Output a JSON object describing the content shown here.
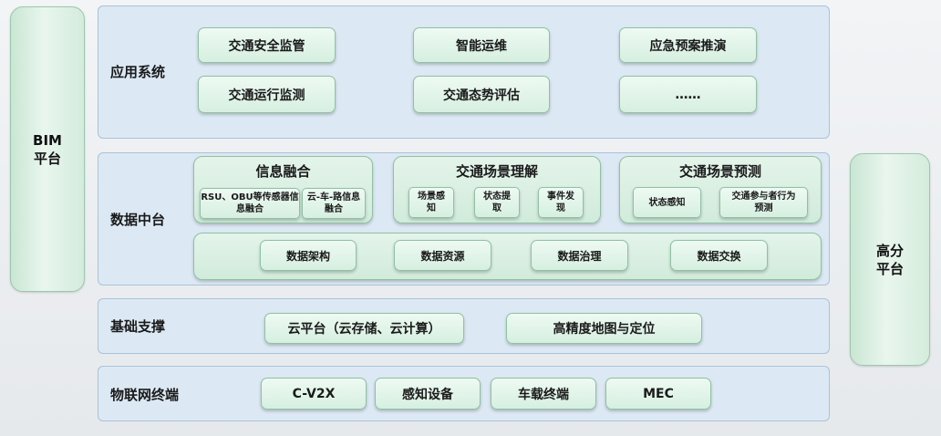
{
  "left_platform": "BIM平台",
  "right_platform": "高分平台",
  "layers": {
    "application": {
      "label": "应用系统",
      "items": [
        "交通安全监管",
        "智能运维",
        "应急预案推演",
        "交通运行监测",
        "交通态势评估",
        "……"
      ]
    },
    "data_center": {
      "label": "数据中台",
      "groups": [
        {
          "title": "信息融合",
          "items": [
            "RSU、OBU等传感器信息融合",
            "云-车-路信息融合"
          ]
        },
        {
          "title": "交通场景理解",
          "items": [
            "场景感知",
            "状态提取",
            "事件发现"
          ]
        },
        {
          "title": "交通场景预测",
          "items": [
            "状态感知",
            "交通参与者行为预测"
          ]
        }
      ],
      "bottom_items": [
        "数据架构",
        "数据资源",
        "数据治理",
        "数据交换"
      ]
    },
    "infrastructure": {
      "label": "基础支撑",
      "items": [
        "云平台（云存储、云计算）",
        "高精度地图与定位"
      ]
    },
    "iot": {
      "label": "物联网终端",
      "items": [
        "C-V2X",
        "感知设备",
        "车载终端",
        "MEC"
      ]
    }
  }
}
